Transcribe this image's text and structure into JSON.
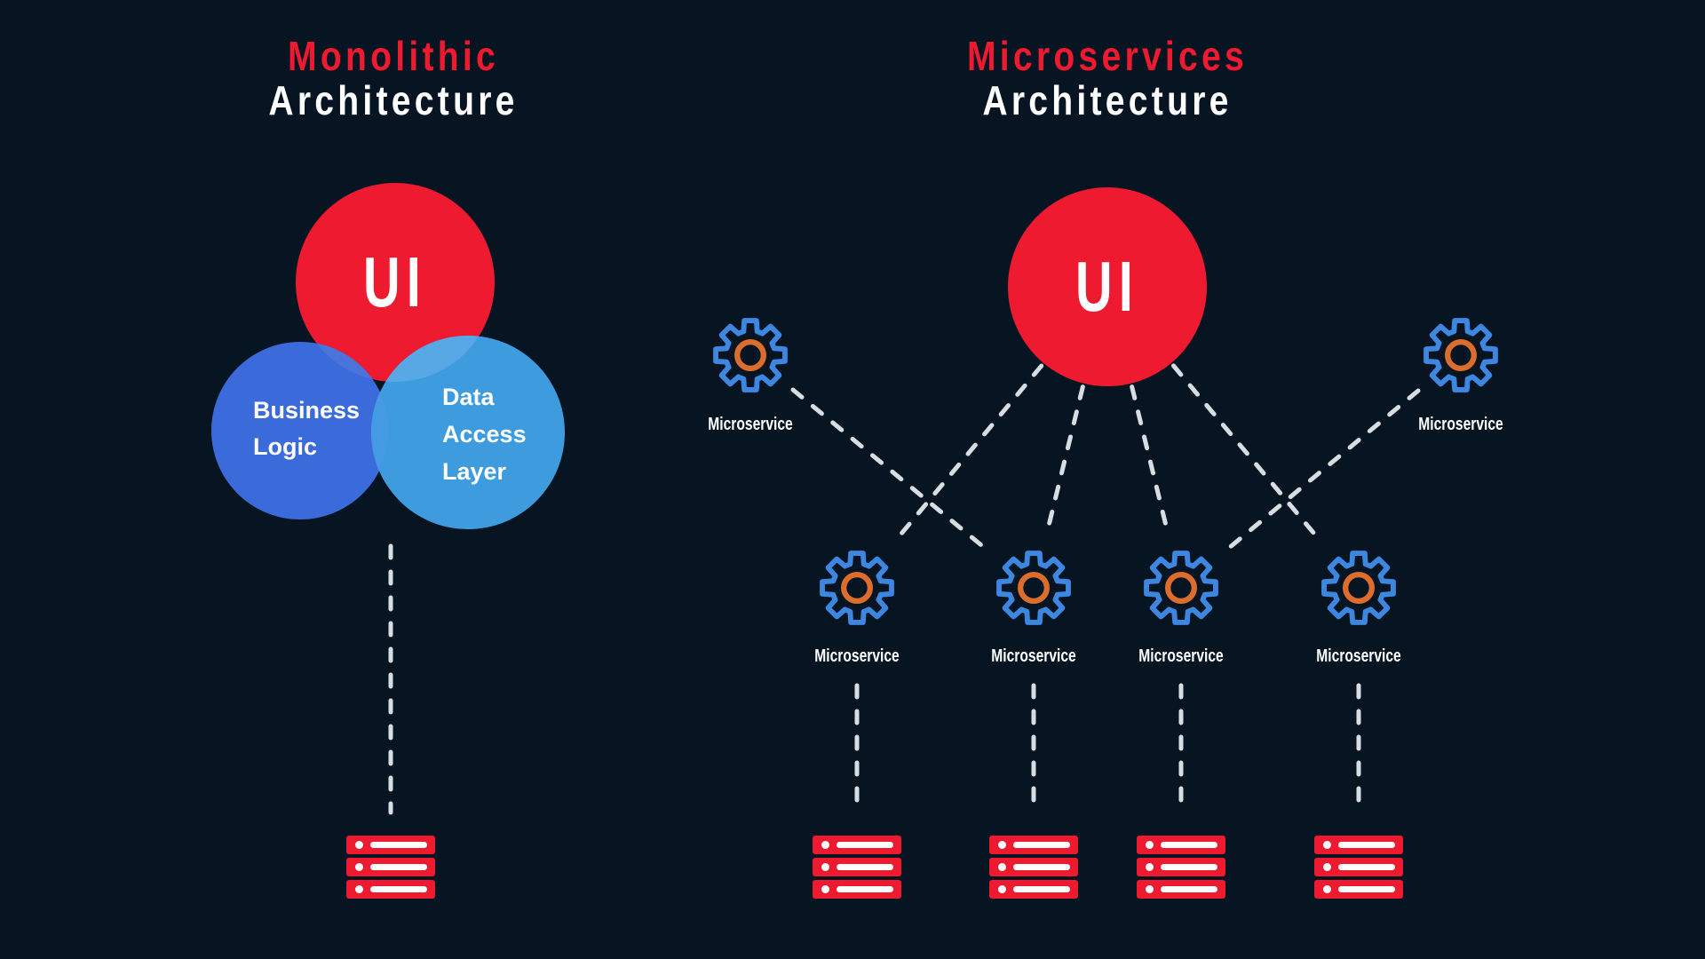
{
  "left": {
    "title_accent": "Monolithic",
    "title_rest": "Architecture",
    "ui_circle_label": "UI",
    "business_logic_label": "Business\nLogic",
    "data_access_label": "Data\nAccess\nLayer"
  },
  "right": {
    "title_accent": "Microservices",
    "title_rest": "Architecture",
    "ui_circle_label": "UI",
    "microservice_labels": [
      "Microservice",
      "Microservice",
      "Microservice",
      "Microservice",
      "Microservice",
      "Microservice"
    ]
  },
  "icons": {
    "gear": "gear-icon",
    "server": "server-stack-icon"
  },
  "colors": {
    "background": "#071523",
    "red": "#EE1A30",
    "blue": "#3B6BDB",
    "light_blue": "#3E9BDE",
    "overlap_red_lightblue": "#58A8E6",
    "overlap_red_blue": "#4A74DC",
    "overlap_blue_lightblue": "#459AE4",
    "gear_blue": "#3D87E0",
    "gear_orange": "#DD6D2D",
    "dash": "#D8DDE2",
    "white": "#FFFFFF"
  }
}
